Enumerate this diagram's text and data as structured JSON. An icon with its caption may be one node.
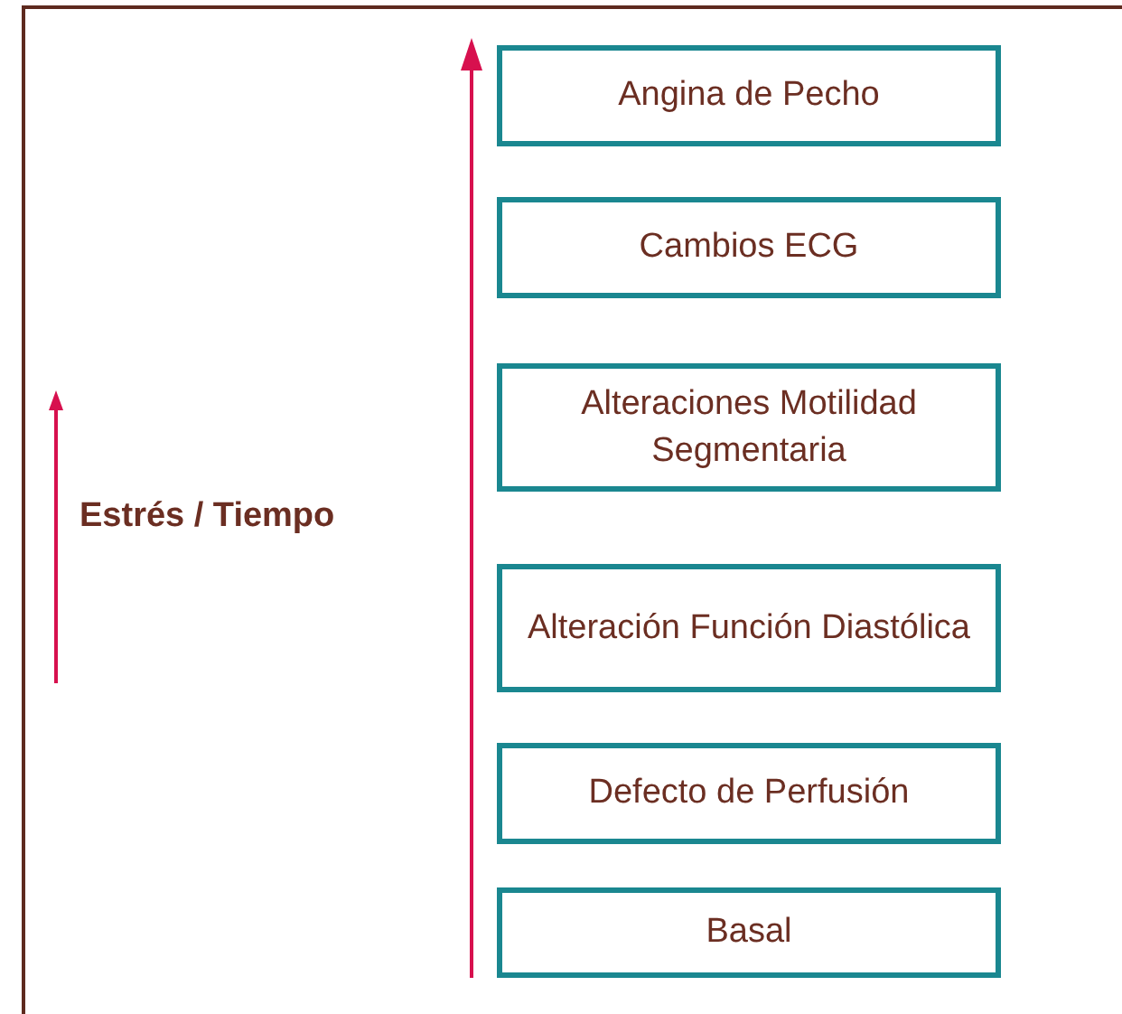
{
  "diagram": {
    "nodes": [
      {
        "text": [
          "Angina de Pecho"
        ]
      },
      {
        "text": [
          "Cambios ECG"
        ]
      },
      {
        "text": [
          "Alteraciones Motilidad Segmentaria"
        ]
      },
      {
        "text": [
          "Alteración Función Diastólica"
        ]
      },
      {
        "text": [
          "Defecto de Perfusión"
        ]
      },
      {
        "text": [
          "Basal"
        ]
      }
    ],
    "labels": [
      "Estrés / Tiempo"
    ]
  }
}
